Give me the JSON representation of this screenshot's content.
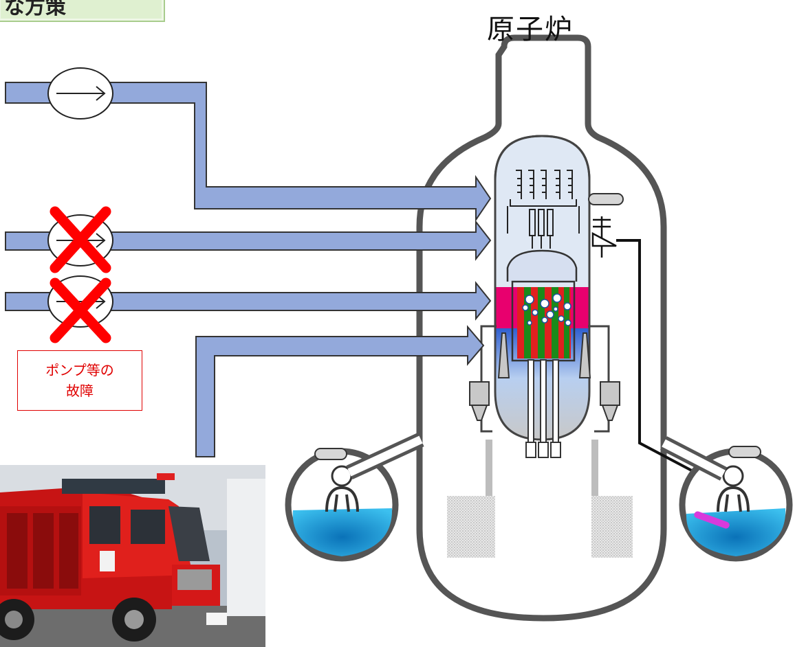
{
  "header": {
    "title_fragment": "な方策"
  },
  "reactor": {
    "label": "原子炉"
  },
  "failure_note": {
    "line1": "ポンプ等の",
    "line2": "故障"
  },
  "colors": {
    "pipe": "#93a9db",
    "vessel_outline": "#5a5a5a",
    "core_top": "#e8006e",
    "fuel_green": "#1a8a1a",
    "fuel_red": "#e02020",
    "water": "#1ea0dc",
    "cross": "#ff0000",
    "truck_red": "#d41818"
  },
  "icons": [
    "pump-icon",
    "cross-mark-icon",
    "fire-truck-image",
    "reactor-vessel-icon",
    "suppression-pool-icon",
    "valve-icon"
  ]
}
